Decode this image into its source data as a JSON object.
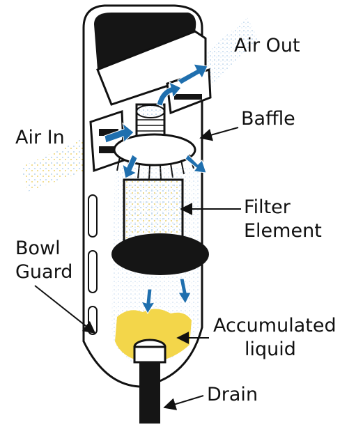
{
  "labels": {
    "air_out": "Air Out",
    "baffle": "Baffle",
    "air_in": "Air In",
    "filter_element": [
      "Filter",
      "Element"
    ],
    "bowl_guard": [
      "Bowl",
      "Guard"
    ],
    "accumulated_liquid": [
      "Accumulated",
      "liquid"
    ],
    "drain": "Drain"
  },
  "colors": {
    "outline": "#111111",
    "flow_arrow": "#1f6fae",
    "liquid": "#f3d64a",
    "air_particles_blue": "#9dc3e6",
    "air_particles_yellow": "#e6c23c",
    "body_fill": "#ffffff",
    "dark_fill": "#151515"
  }
}
